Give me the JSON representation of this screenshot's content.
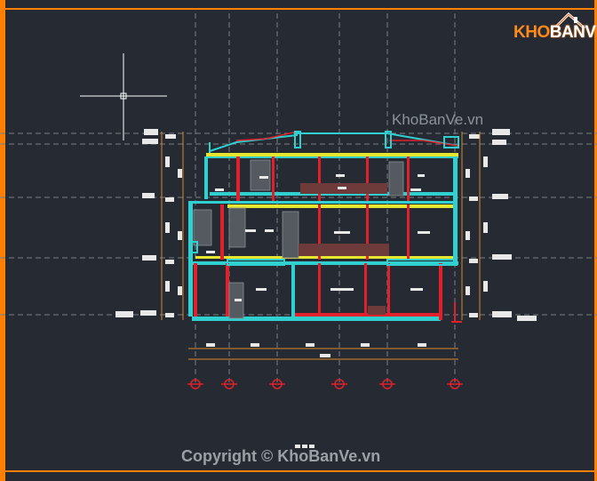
{
  "watermarks": {
    "logo_prefix": "KHO",
    "logo_suffix": "BANVE",
    "center": "KhoBanVe.vn",
    "bottom": "Copyright © KhoBanVe.vn"
  },
  "colors": {
    "background": "#262b33",
    "frame": "#ff7f00",
    "structure_cyan": "#30d0d0",
    "column_red": "#e0202a",
    "slab_yellow": "#e6e62e",
    "grid_gray": "#7a7f86",
    "dimension_orange": "#d98a2a"
  },
  "icons": {
    "cursor": "crosshair-cursor-icon",
    "logo": "house-logo-icon"
  }
}
